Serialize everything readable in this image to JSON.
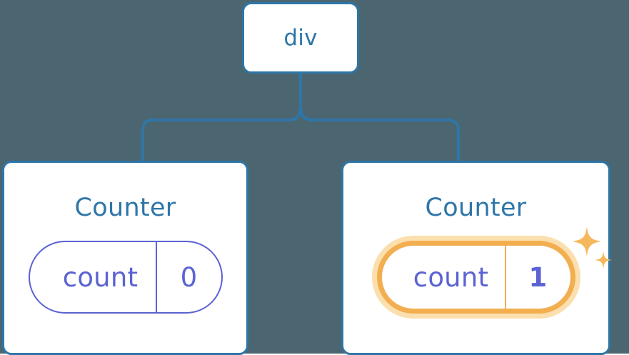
{
  "diagram": {
    "title": "React component tree with highlighted state change",
    "background_color": "#4b6670",
    "node_border_color": "#2e76a8",
    "node_text_color": "#2e76a8",
    "state_color": "#5b63d3",
    "highlight_color": "#f2ae4f",
    "highlight_glow_color": "#fbdfae",
    "sparkle_color": "#f5b85c"
  },
  "root": {
    "label": "div"
  },
  "children": [
    {
      "label": "Counter",
      "state": {
        "key": "count",
        "value": "0"
      },
      "highlighted": false
    },
    {
      "label": "Counter",
      "state": {
        "key": "count",
        "value": "1"
      },
      "highlighted": true
    }
  ],
  "icons": {
    "sparkle_large": "sparkle-icon",
    "sparkle_small": "sparkle-icon"
  }
}
